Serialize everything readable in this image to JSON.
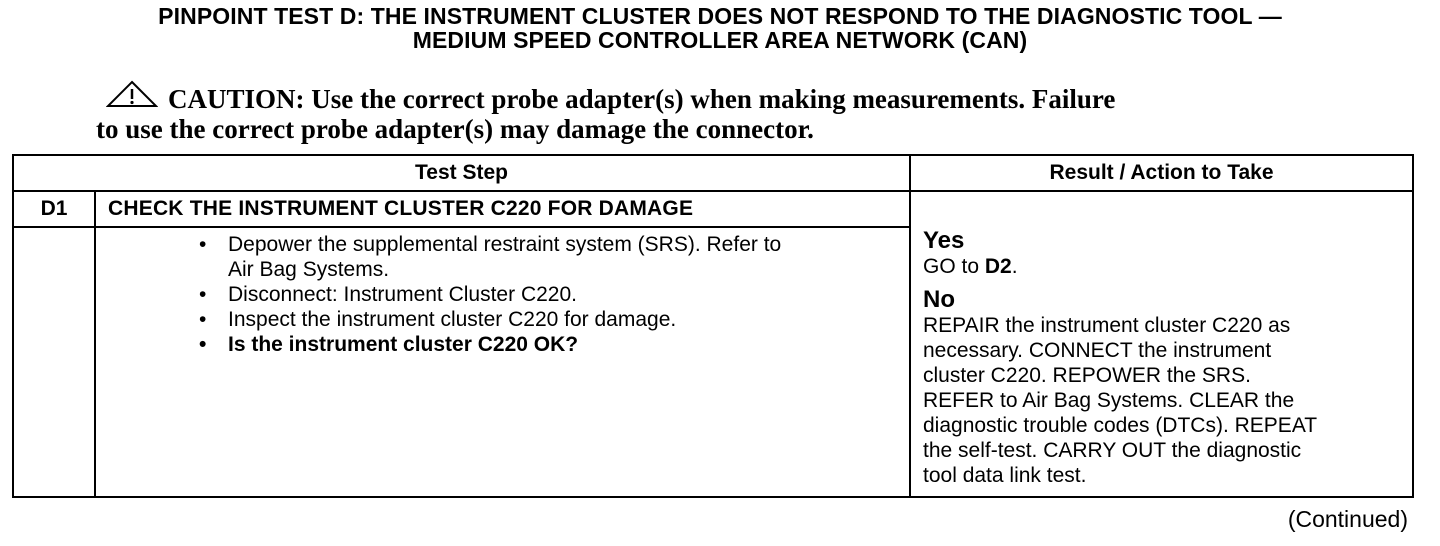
{
  "title": {
    "line1": "PINPOINT TEST  D: THE INSTRUMENT CLUSTER DOES NOT RESPOND TO THE DIAGNOSTIC TOOL —",
    "line2": "MEDIUM SPEED CONTROLLER AREA NETWORK (CAN)"
  },
  "caution": {
    "icon": "warning-triangle-icon",
    "line1": "CAUTION: Use the correct probe adapter(s) when making measurements. Failure",
    "line2": "to use the correct probe adapter(s) may damage the connector."
  },
  "table": {
    "headers": {
      "test_step": "Test Step",
      "result": "Result / Action to Take"
    },
    "step": {
      "id": "D1",
      "heading": "CHECK THE INSTRUMENT CLUSTER C220 FOR DAMAGE",
      "bullet_glyph": "•",
      "bullets": [
        {
          "line1": "Depower the supplemental restraint system (SRS). Refer to",
          "line2": "Air Bag Systems."
        },
        {
          "line1": "Disconnect: Instrument Cluster C220."
        },
        {
          "line1": "Inspect the instrument cluster C220 for damage."
        },
        {
          "line1": "Is the instrument cluster C220 OK?"
        }
      ],
      "yes": {
        "label": "Yes",
        "text_prefix": "GO to ",
        "target": "D2",
        "text_suffix": "."
      },
      "no": {
        "label": "No",
        "lines": [
          "REPAIR the instrument cluster C220 as",
          "necessary. CONNECT the instrument",
          "cluster C220. REPOWER the SRS.",
          "REFER to Air Bag Systems. CLEAR the",
          "diagnostic trouble codes (DTCs). REPEAT",
          "the self-test. CARRY OUT the diagnostic",
          "tool data link test."
        ]
      }
    }
  },
  "footer": {
    "continued": "(Continued)"
  }
}
